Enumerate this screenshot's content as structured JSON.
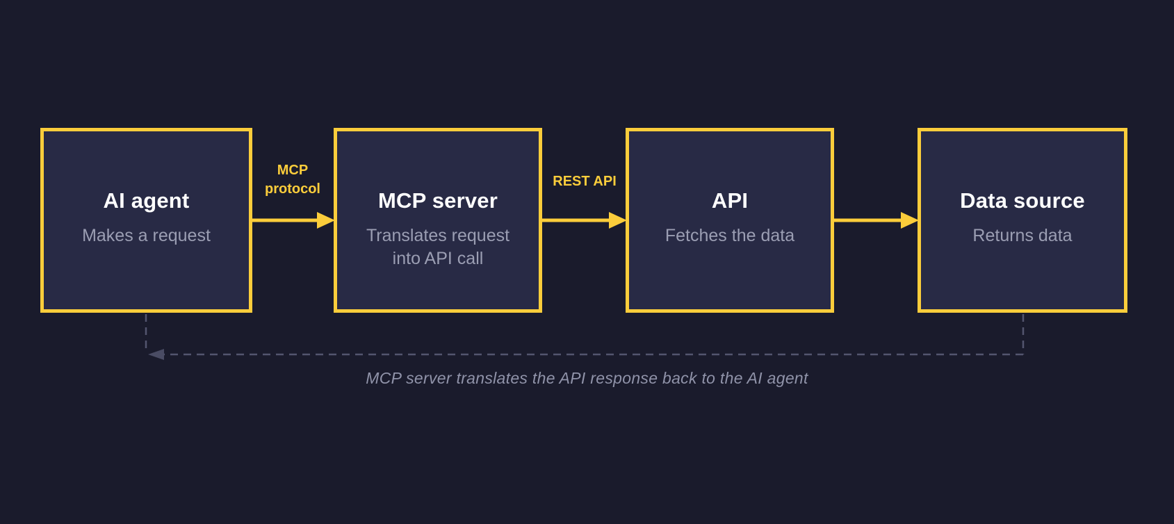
{
  "diagram": {
    "nodes": [
      {
        "id": "ai-agent",
        "title": "AI agent",
        "subtitle": "Makes a request"
      },
      {
        "id": "mcp-server",
        "title": "MCP server",
        "subtitle": "Translates request into API call"
      },
      {
        "id": "api",
        "title": "API",
        "subtitle": "Fetches the data"
      },
      {
        "id": "data-source",
        "title": "Data source",
        "subtitle": "Returns data"
      }
    ],
    "connections": [
      {
        "from": "AI agent",
        "to": "MCP server",
        "label": "MCP protocol",
        "style": "solid-arrow"
      },
      {
        "from": "MCP server",
        "to": "API",
        "label": "REST API",
        "style": "solid-arrow"
      },
      {
        "from": "API",
        "to": "Data source",
        "label": "",
        "style": "solid-arrow"
      },
      {
        "from": "Data source",
        "to": "AI agent",
        "label": "",
        "style": "dashed-return"
      }
    ],
    "caption": "MCP server translates the API response back to the AI agent",
    "colors": {
      "background": "#1a1b2c",
      "node_fill": "#282a45",
      "accent_yellow": "#fbcd3b",
      "title_text": "#ffffff",
      "subtitle_text": "#9b9eb3",
      "dashed_line": "#53556f",
      "caption_text": "#9093a9"
    }
  }
}
